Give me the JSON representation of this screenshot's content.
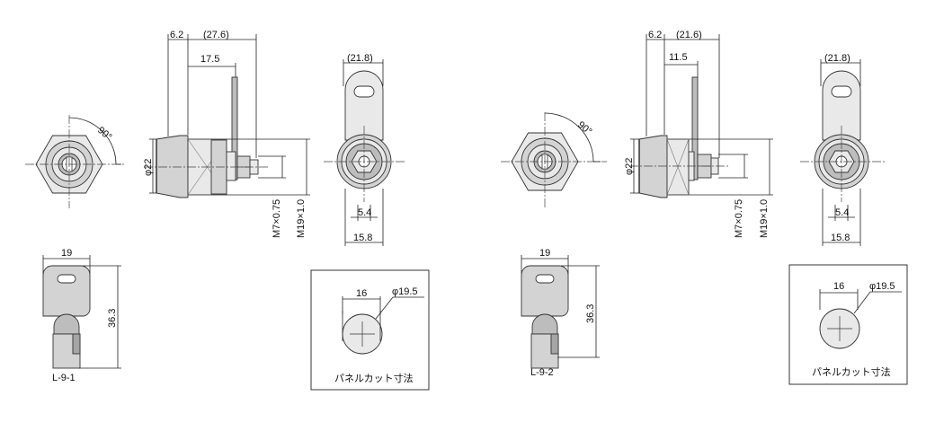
{
  "variant_left": {
    "caption": "L-9-1",
    "dims": {
      "d_6_2": "6.2",
      "d_27_6": "(27.6)",
      "d_17_5": "17.5",
      "d_21_8": "(21.8)",
      "rot": "90°",
      "phi22": "φ22",
      "m7": "M7×0.75",
      "m19": "M19×1.0",
      "d_5_4": "5.4",
      "d_15_8": "15.8",
      "d_19": "19",
      "d_36_3": "36.3",
      "cut_16": "16",
      "cut_phi": "φ19.5"
    },
    "cut_label": "パネルカット寸法"
  },
  "variant_right": {
    "caption": "L-9-2",
    "dims": {
      "d_6_2": "6.2",
      "d_21_6": "(21.6)",
      "d_11_5": "11.5",
      "d_21_8": "(21.8)",
      "rot": "90°",
      "phi22": "φ22",
      "m7": "M7×0.75",
      "m19": "M19×1.0",
      "d_5_4": "5.4",
      "d_15_8": "15.8",
      "d_19": "19",
      "d_36_3": "36.3",
      "cut_16": "16",
      "cut_phi": "φ19.5"
    },
    "cut_label": "パネルカット寸法"
  }
}
